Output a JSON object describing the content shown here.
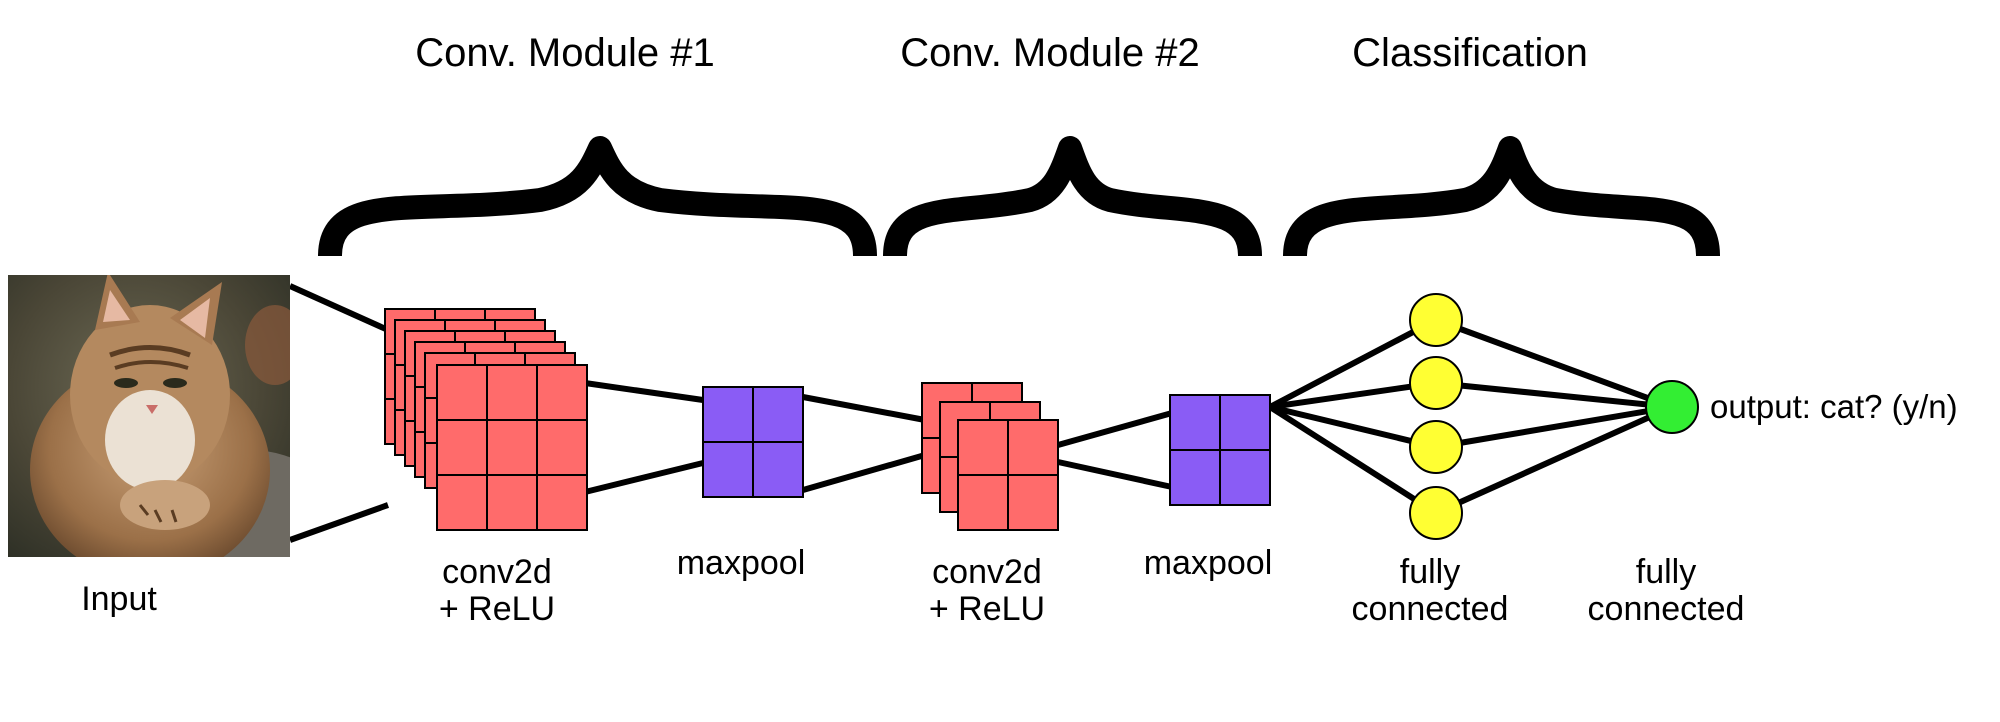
{
  "sections": {
    "conv_module_1": "Conv. Module #1",
    "conv_module_2": "Conv. Module #2",
    "classification": "Classification"
  },
  "input": {
    "label": "Input",
    "image": "cat-photo"
  },
  "layers": {
    "conv1": {
      "line1": "conv2d",
      "line2": "+ ReLU"
    },
    "pool1": {
      "label": "maxpool"
    },
    "conv2": {
      "line1": "conv2d",
      "line2": "+ ReLU"
    },
    "pool2": {
      "label": "maxpool"
    },
    "fc1": {
      "line1": "fully",
      "line2": "connected"
    },
    "fc2": {
      "line1": "fully",
      "line2": "connected"
    }
  },
  "output": {
    "label": "output: cat? (y/n)"
  },
  "colors": {
    "conv": "#ff6b6b",
    "pool": "#8a5cf5",
    "hidden_node": "#ffff33",
    "output_node": "#33ee33",
    "stroke": "#000000"
  }
}
